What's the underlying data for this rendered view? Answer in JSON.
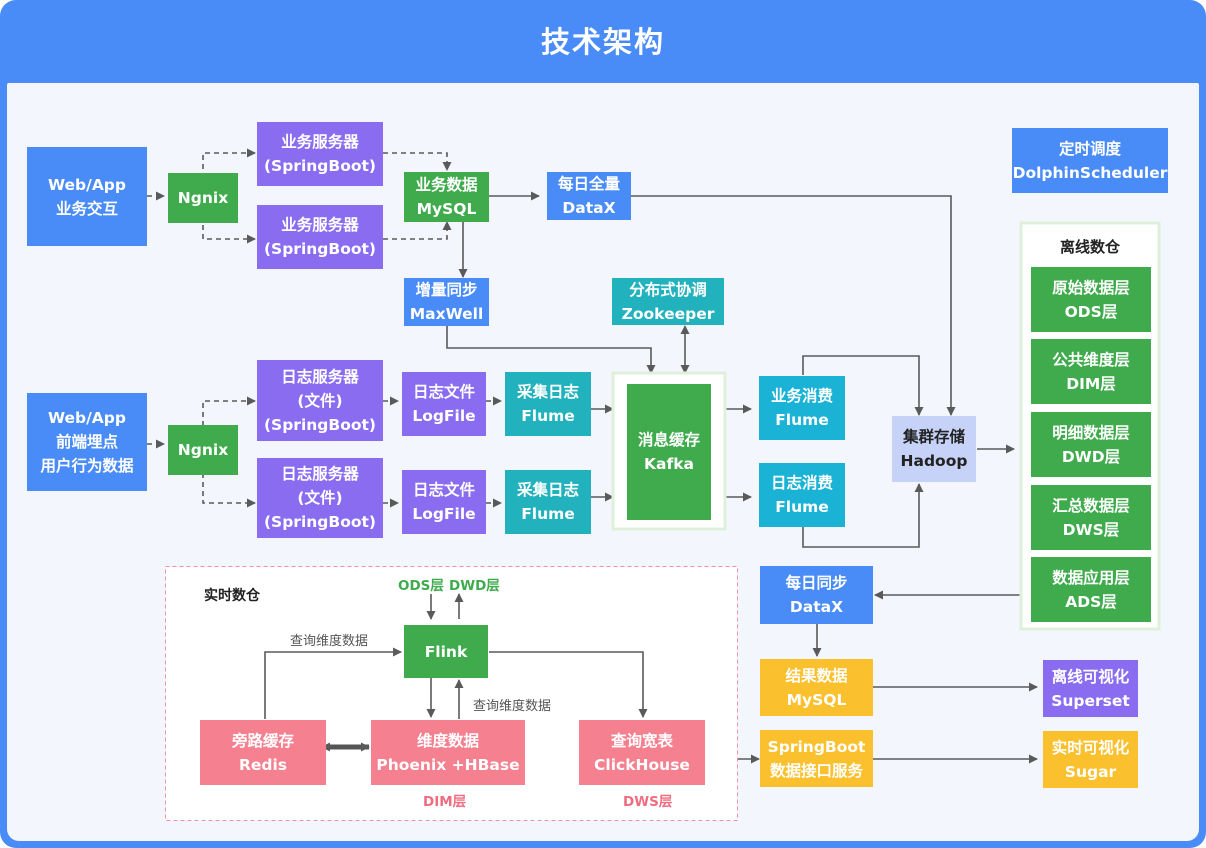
{
  "title": "技术架构",
  "nodes": {
    "web_app_biz": "Web/App\n业务交互",
    "ngnix_1": "Ngnix",
    "biz_server_1": "业务服务器\n(SpringBoot)",
    "biz_server_2": "业务服务器\n(SpringBoot)",
    "biz_mysql": "业务数据\nMySQL",
    "datax_full": "每日全量\nDataX",
    "scheduler": "定时调度\nDolphinScheduler",
    "maxwell": "增量同步\nMaxWell",
    "zookeeper": "分布式协调\nZookeeper",
    "web_app_log": "Web/App\n前端埋点\n用户行为数据",
    "ngnix_2": "Ngnix",
    "log_server_1": "日志服务器\n(文件)\n(SpringBoot)",
    "log_server_2": "日志服务器\n(文件)\n(SpringBoot)",
    "logfile_1": "日志文件\nLogFile",
    "logfile_2": "日志文件\nLogFile",
    "flume_collect_1": "采集日志\nFlume",
    "flume_collect_2": "采集日志\nFlume",
    "kafka": "消息缓存\nKafka",
    "flume_biz_consume": "业务消费\nFlume",
    "flume_log_consume": "日志消费\nFlume",
    "hadoop": "集群存储\nHadoop",
    "datax_daily": "每日同步\nDataX",
    "result_mysql": "结果数据\nMySQL",
    "springboot_api": "SpringBoot\n数据接口服务",
    "superset": "离线可视化\nSuperset",
    "sugar": "实时可视化\nSugar",
    "flink": "Flink",
    "redis": "旁路缓存\nRedis",
    "phoenix_hbase": "维度数据\nPhoenix +HBase",
    "clickhouse": "查询宽表\nClickHouse"
  },
  "offline_dw": {
    "title": "离线数仓",
    "layers": [
      "原始数据层\nODS层",
      "公共维度层\nDIM层",
      "明细数据层\nDWD层",
      "汇总数据层\nDWS层",
      "数据应用层\nADS层"
    ]
  },
  "realtime_dw": {
    "title": "实时数仓",
    "ods_label": "ODS层",
    "dwd_label": "DWD层",
    "query_dim_1": "查询维度数据",
    "query_dim_2": "查询维度数据",
    "dim_layer": "DIM层",
    "dws_layer": "DWS层"
  },
  "colors": {
    "header": "#4a8cf7",
    "blue": "#4a8cf7",
    "purple": "#8a6cf0",
    "green": "#3fab4d",
    "teal": "#22b2bd",
    "lavender": "#c6d2f7",
    "pink": "#f5808f",
    "yellow": "#fbc02d",
    "connector": "#5a5a5a"
  }
}
